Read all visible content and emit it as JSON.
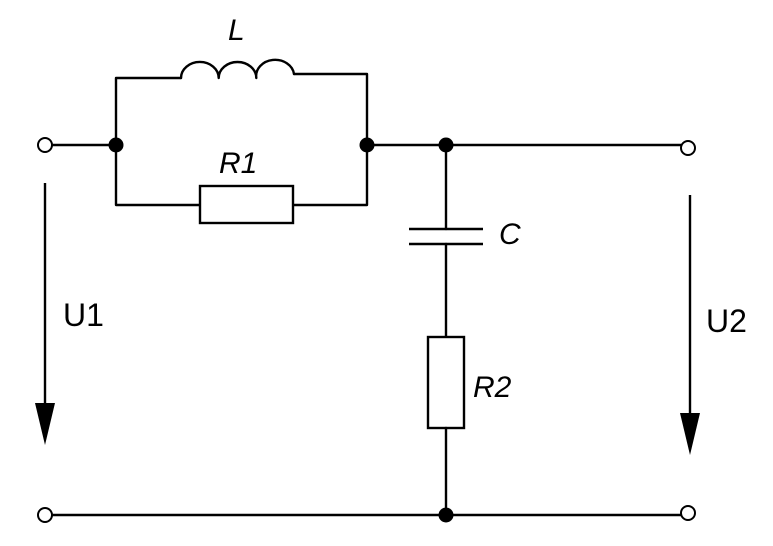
{
  "diagram": {
    "components": {
      "inductor": {
        "label": "L"
      },
      "resistor_r1": {
        "label": "R1"
      },
      "capacitor": {
        "label": "C"
      },
      "resistor_r2": {
        "label": "R2"
      }
    },
    "voltages": {
      "input": {
        "label": "U1"
      },
      "output": {
        "label": "U2"
      }
    }
  }
}
